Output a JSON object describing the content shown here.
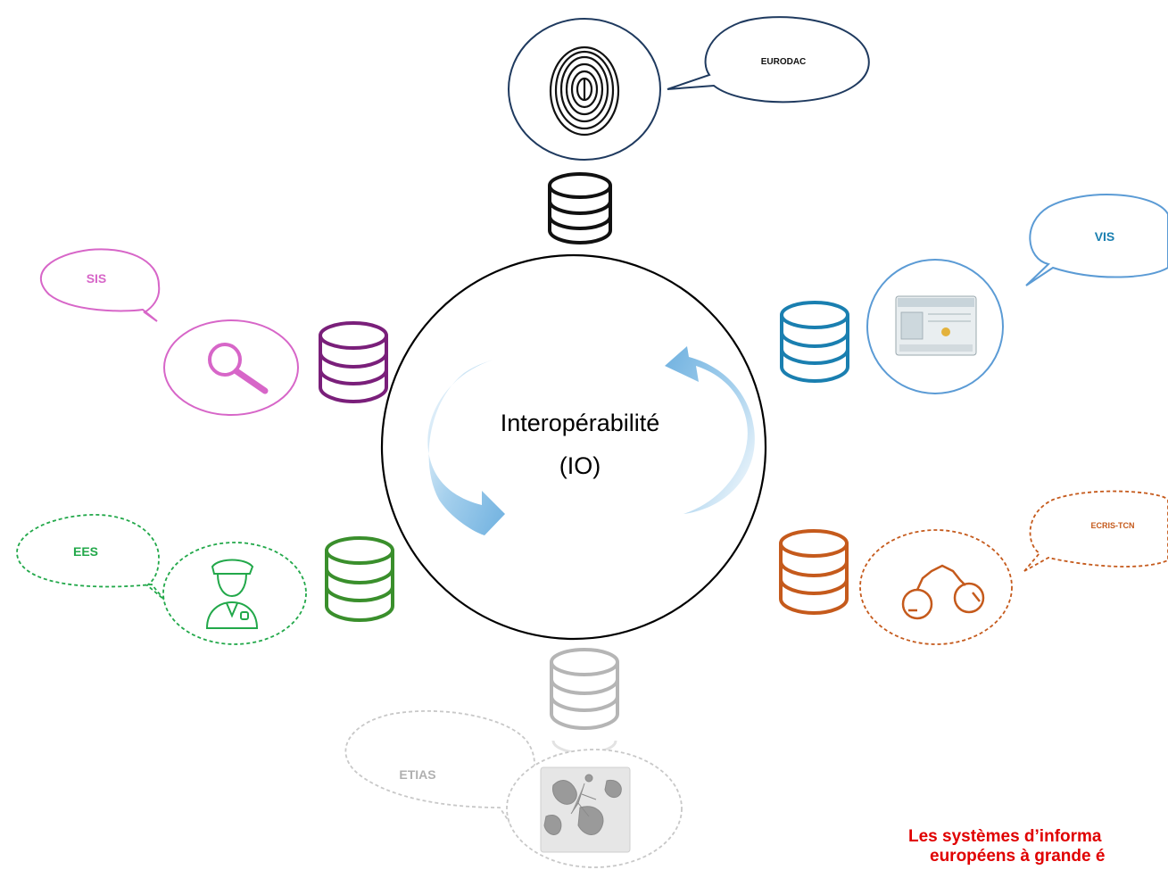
{
  "center": {
    "line1": "Interopérabilité",
    "line2": "(IO)"
  },
  "systems": {
    "eurodac": {
      "label": "EURODAC",
      "icon": "fingerprint-icon",
      "color": "#111111",
      "ring": "#1f3a5f"
    },
    "vis": {
      "label": "VIS",
      "icon": "visa-document-icon",
      "color": "#1a7fb0",
      "ring": "#5b9bd5"
    },
    "sis": {
      "label": "SIS",
      "icon": "magnifier-icon",
      "color": "#d766c8",
      "db": "#7a1f7a"
    },
    "ees": {
      "label": "EES",
      "icon": "police-officer-icon",
      "color": "#22a84a",
      "db": "#3a8f2c"
    },
    "ecris": {
      "label": "ECRIS-TCN",
      "icon": "handcuffs-icon",
      "color": "#c55a1c"
    },
    "etias": {
      "label": "ETIAS",
      "icon": "world-map-traveller-icon",
      "color": "#b0b0b0"
    }
  },
  "caption": {
    "line1": "Les systèmes d’informa",
    "line2": "européens à grande é"
  }
}
